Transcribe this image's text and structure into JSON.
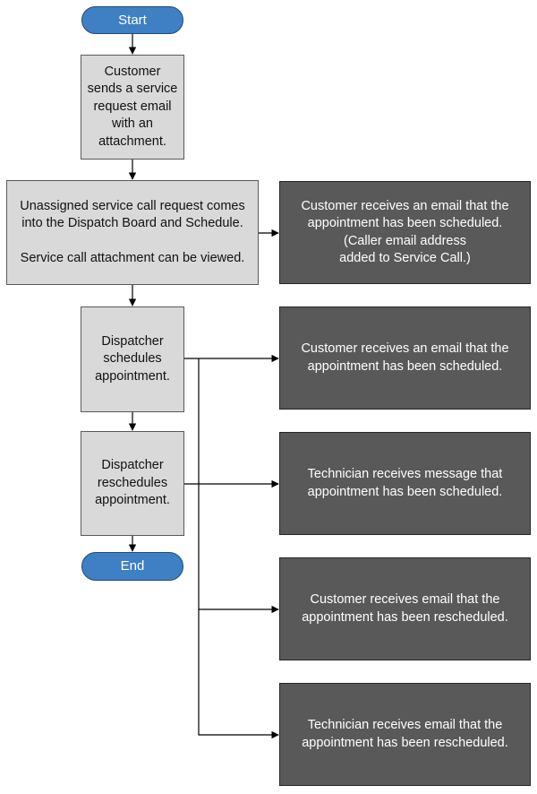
{
  "nodes": {
    "start": "Start",
    "customer_request": [
      "Customer",
      "sends a service",
      "request email",
      "with an",
      "attachment."
    ],
    "unassigned": [
      "Unassigned service call request comes",
      "into the Dispatch Board and Schedule.",
      "",
      "Service call attachment can be viewed."
    ],
    "notify_caller": [
      "Customer receives an email that the",
      "appointment has been scheduled.",
      "(Caller email address",
      "added to Service Call.)"
    ],
    "dispatcher_schedules": [
      "Dispatcher",
      "schedules",
      "appointment."
    ],
    "notify_customer_scheduled": [
      "Customer receives an email that the",
      "appointment has been scheduled."
    ],
    "notify_tech_scheduled": [
      "Technician receives message that",
      "appointment has been scheduled."
    ],
    "dispatcher_reschedules": [
      "Dispatcher",
      "reschedules",
      "appointment."
    ],
    "end": "End",
    "notify_customer_rescheduled": [
      "Customer receives email that the",
      "appointment has been rescheduled."
    ],
    "notify_tech_rescheduled": [
      "Technician receives email that the",
      "appointment has been rescheduled."
    ]
  },
  "edges": [
    [
      "start",
      "customer_request"
    ],
    [
      "customer_request",
      "unassigned"
    ],
    [
      "unassigned",
      "notify_caller"
    ],
    [
      "unassigned",
      "dispatcher_schedules"
    ],
    [
      "dispatcher_schedules",
      "notify_customer_scheduled"
    ],
    [
      "dispatcher_schedules",
      "notify_tech_scheduled"
    ],
    [
      "dispatcher_schedules",
      "dispatcher_reschedules"
    ],
    [
      "dispatcher_reschedules",
      "end"
    ],
    [
      "dispatcher_reschedules",
      "notify_customer_rescheduled"
    ],
    [
      "dispatcher_reschedules",
      "notify_tech_rescheduled"
    ]
  ],
  "colors": {
    "terminal_fill": "#3f7fc3",
    "process_fill": "#d9d9d9",
    "notification_fill": "#595959",
    "connector": "#000000"
  }
}
